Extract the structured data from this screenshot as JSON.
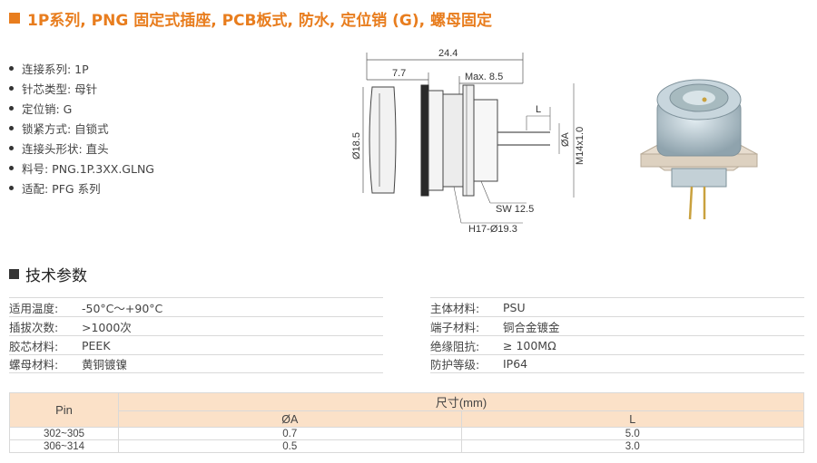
{
  "title": "1P系列, PNG 固定式插座, PCB板式, 防水, 定位销 (G), 螺母固定",
  "specs": [
    "连接系列: 1P",
    "针芯类型: 母针",
    "定位销: G",
    "锁紧方式: 自锁式",
    "连接头形状: 直头",
    "料号: PNG.1P.3XX.GLNG",
    "适配: PFG 系列"
  ],
  "drawing": {
    "dim_total_length": "24.4",
    "dim_front": "7.7",
    "dim_max": "Max. 8.5",
    "dim_l": "L",
    "dim_oa": "ØA",
    "dim_diameter": "Ø18.5",
    "dim_thread": "M14x1.0",
    "dim_sw": "SW 12.5",
    "dim_hole": "H17-Ø19.3"
  },
  "section_title": "技术参数",
  "params_left": [
    {
      "label": "适用温度:",
      "value": "-50°C～+90°C"
    },
    {
      "label": "插拔次数:",
      "value": ">1000次"
    },
    {
      "label": "胶芯材料:",
      "value": "PEEK"
    },
    {
      "label": "螺母材料:",
      "value": "黄铜镀镍"
    }
  ],
  "params_right": [
    {
      "label": "主体材料:",
      "value": "PSU"
    },
    {
      "label": "端子材料:",
      "value": "铜合金镀金"
    },
    {
      "label": "绝缘阻抗:",
      "value": "≥ 100MΩ"
    },
    {
      "label": "防护等级:",
      "value": "IP64"
    }
  ],
  "size_table": {
    "pin_header": "Pin",
    "group_header": "尺寸(mm)",
    "col_a": "ØA",
    "col_l": "L",
    "rows": [
      {
        "pin": "302~305",
        "a": "0.7",
        "l": "5.0"
      },
      {
        "pin": "306~314",
        "a": "0.5",
        "l": "3.0"
      }
    ]
  },
  "colors": {
    "accent": "#e87d1e",
    "table_header_bg": "#fbe1c8",
    "grid_line": "#d9d9d9"
  }
}
